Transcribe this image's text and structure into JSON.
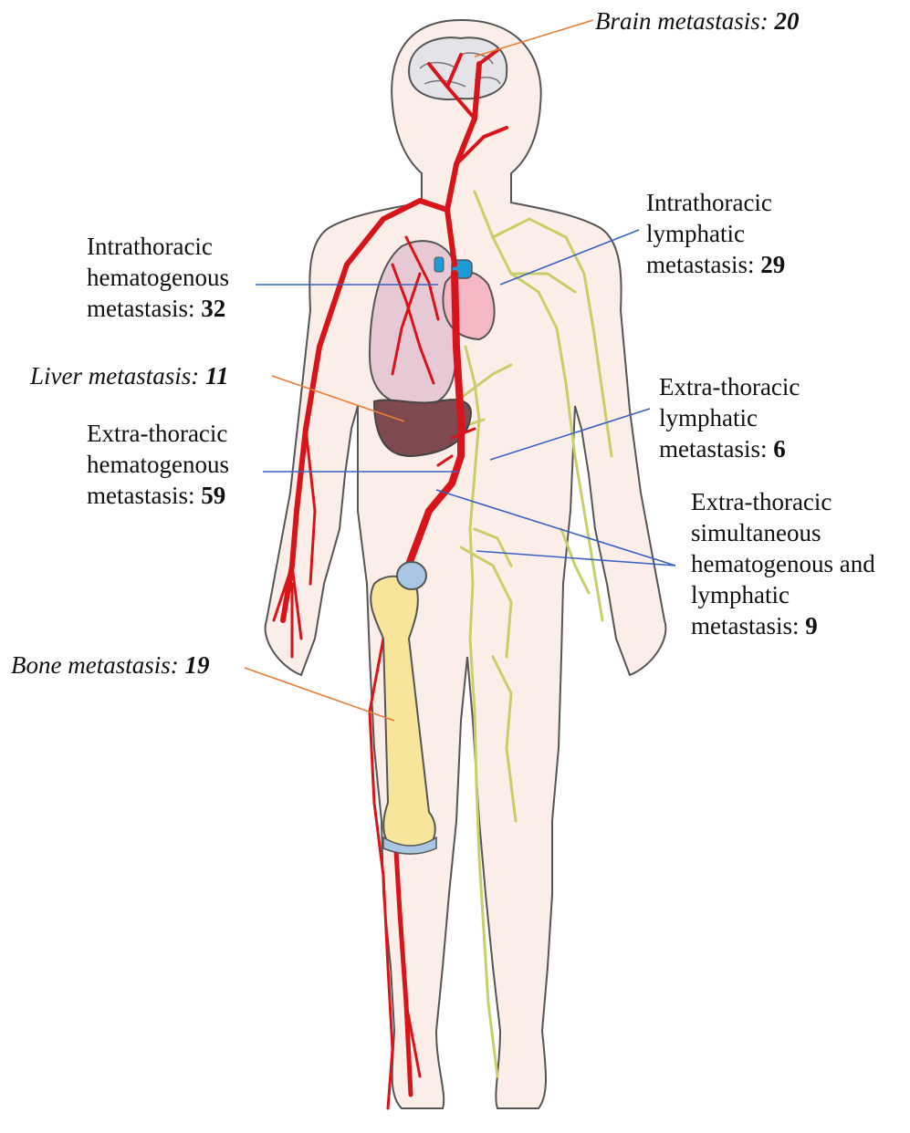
{
  "labels": {
    "brain": {
      "text": "Brain metastasis:",
      "count": "20"
    },
    "intra_lymph": {
      "lines": [
        "Intrathoracic",
        "lymphatic"
      ],
      "last": "metastasis:",
      "count": "29"
    },
    "intra_hema": {
      "lines": [
        "Intrathoracic",
        "hematogenous"
      ],
      "last": "metastasis:",
      "count": "32"
    },
    "liver": {
      "text": "Liver metastasis:",
      "count": "11"
    },
    "extra_hema": {
      "lines": [
        "Extra-thoracic",
        "hematogenous"
      ],
      "last": "metastasis:",
      "count": "59"
    },
    "extra_lymph": {
      "lines": [
        "Extra-thoracic",
        "lymphatic"
      ],
      "last": "metastasis:",
      "count": "6"
    },
    "extra_sim": {
      "lines": [
        "Extra-thoracic",
        "simultaneous",
        "hematogenous and",
        "lymphatic"
      ],
      "last": "metastasis:",
      "count": "9"
    },
    "bone": {
      "text": "Bone metastasis:",
      "count": "19"
    }
  },
  "colors": {
    "skin": "#fbeee8",
    "outline": "#555555",
    "artery": "#d8141b",
    "lymph": "#c8cf6a",
    "lung": "#e7c9d6",
    "heart": "#f3b8c4",
    "vein_blue": "#1e9bd7",
    "liver": "#7e4a4f",
    "bone": "#f6e59b",
    "bone_head": "#a9c7e2",
    "brain": "#e3e3e8",
    "leader_orange": "#e87c3a",
    "leader_blue": "#3a62c4"
  }
}
